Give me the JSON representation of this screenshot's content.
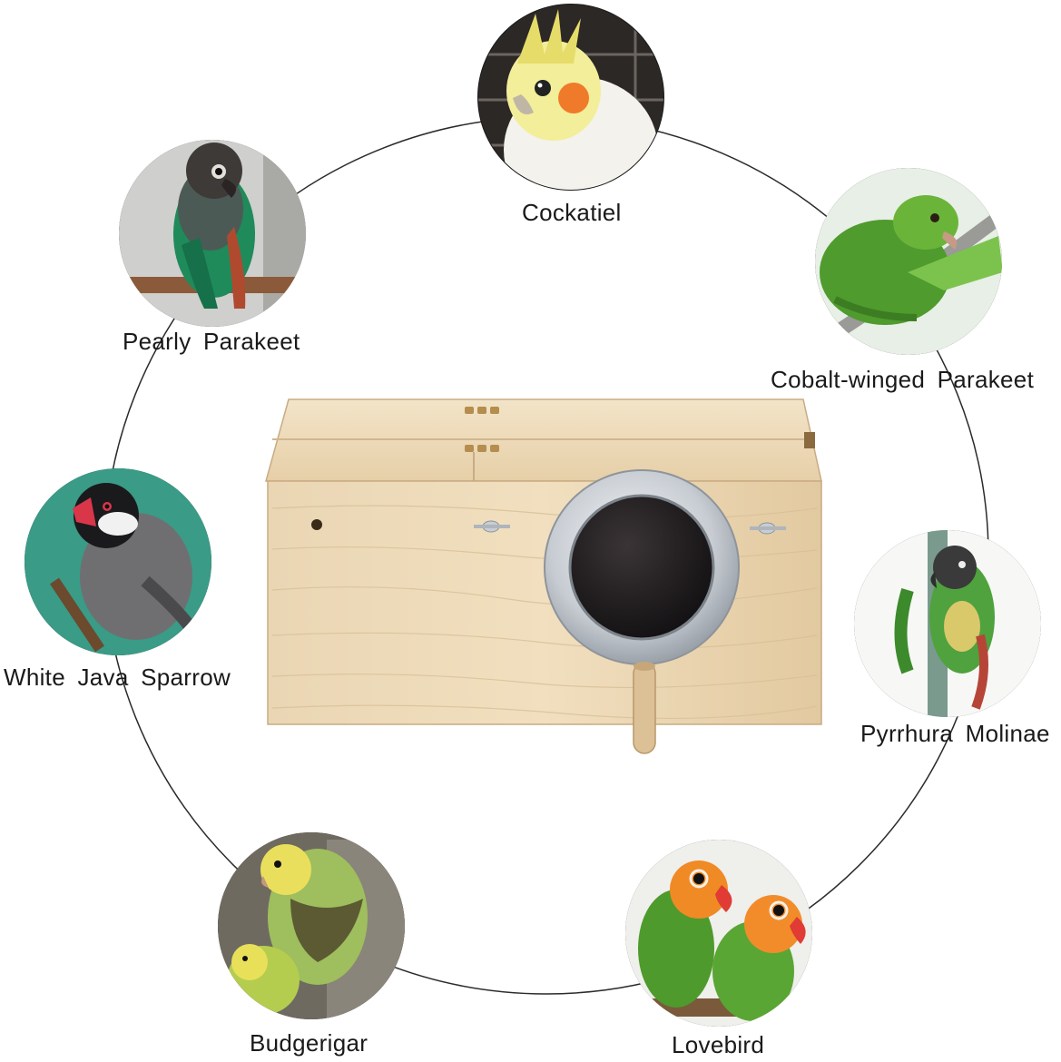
{
  "colors": {
    "background": "#ffffff",
    "ring": "#2b2b2b",
    "wood": "#e9d3ae",
    "wood_dark": "#cdb089",
    "metal": "#c9cfd6",
    "hole": "#1c1a1a"
  },
  "product": {
    "icon": "wooden-nest-box"
  },
  "birds": [
    {
      "id": "cockatiel",
      "label": "Cockatiel",
      "icon": "cockatiel-icon"
    },
    {
      "id": "pearly-parakeet",
      "label": "Pearly Parakeet",
      "icon": "parakeet-icon"
    },
    {
      "id": "cobalt-winged-parakeet",
      "label": "Cobalt-winged Parakeet",
      "icon": "parakeet-icon"
    },
    {
      "id": "white-java-sparrow",
      "label": "White Java Sparrow",
      "icon": "sparrow-icon"
    },
    {
      "id": "pyrrhura-molinae",
      "label": "Pyrrhura Molinae",
      "icon": "conure-icon"
    },
    {
      "id": "budgerigar",
      "label": "Budgerigar",
      "icon": "budgie-icon"
    },
    {
      "id": "lovebird",
      "label": "Lovebird",
      "icon": "lovebird-icon"
    }
  ]
}
